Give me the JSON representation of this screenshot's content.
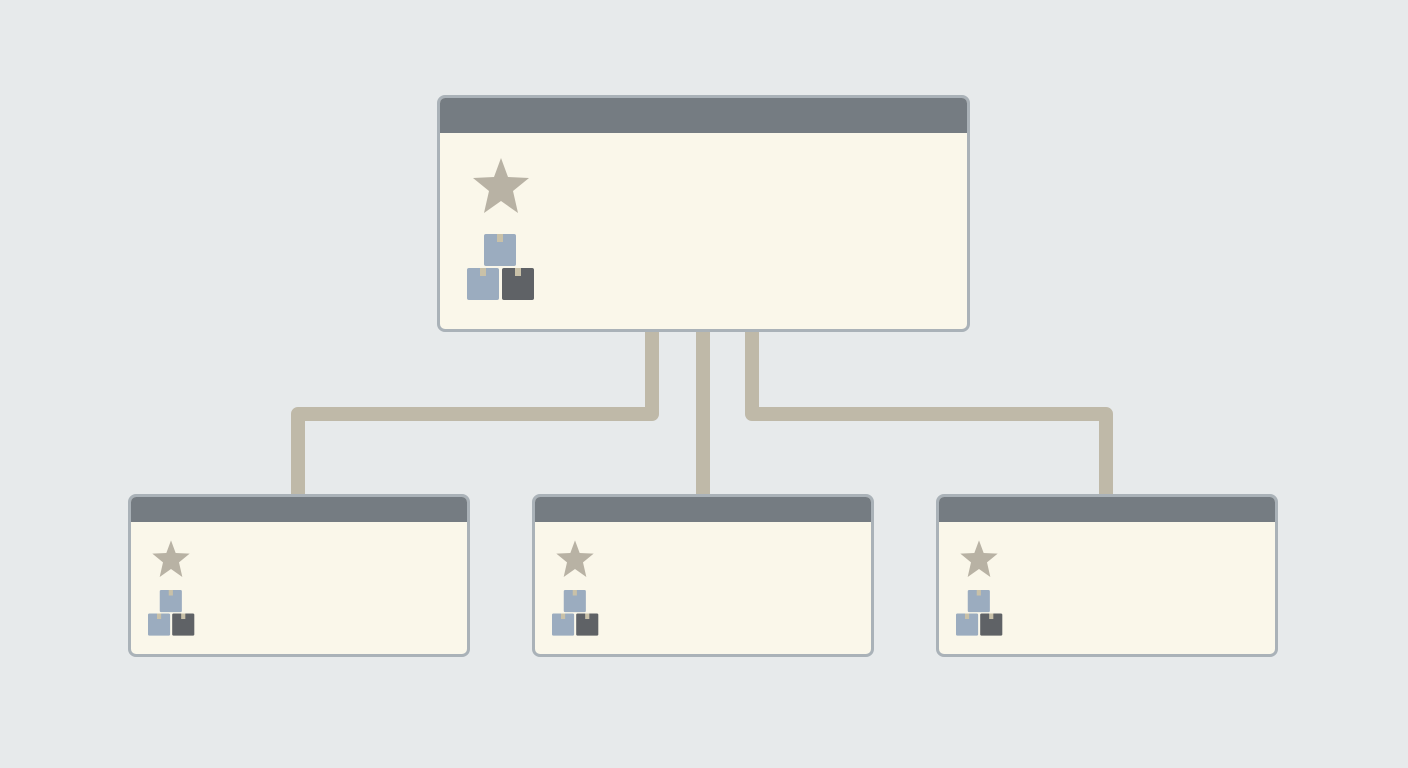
{
  "colors": {
    "background": "#e7eaeb",
    "card_fill": "#faf7ea",
    "card_border": "#aab2b8",
    "title_bar": "#757c82",
    "connector": "#bfb9a8",
    "star": "#b8b2a4",
    "box_light": "#9bacbf",
    "box_dark": "#5f6266",
    "box_tape": "#c9c1a8"
  },
  "nodes": [
    {
      "id": "root",
      "icons": [
        "star-icon",
        "boxes-icon"
      ]
    },
    {
      "id": "child-1",
      "parent": "root",
      "icons": [
        "star-icon",
        "boxes-icon"
      ]
    },
    {
      "id": "child-2",
      "parent": "root",
      "icons": [
        "star-icon",
        "boxes-icon"
      ]
    },
    {
      "id": "child-3",
      "parent": "root",
      "icons": [
        "star-icon",
        "boxes-icon"
      ]
    }
  ]
}
